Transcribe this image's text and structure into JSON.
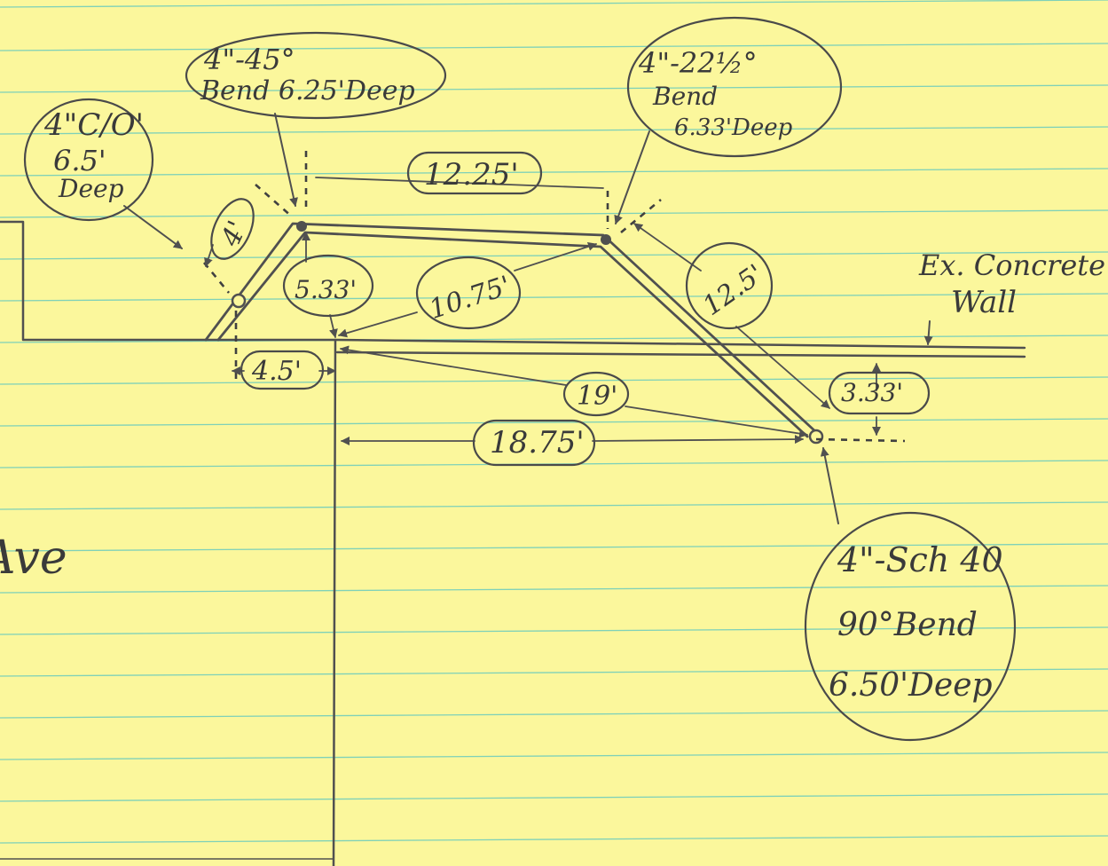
{
  "colors": {
    "paper": "#fbf79c",
    "rule_lines": "#7fd1b8",
    "pencil": "#4a4a4a"
  },
  "labels": {
    "cleanout": {
      "line1": "4\"C/O'",
      "line2": "6.5'",
      "line3": "Deep"
    },
    "bend45": {
      "line1": "4\"-45°",
      "line2": "Bend 6.25'Deep"
    },
    "bend22": {
      "line1": "4\"-22½°",
      "line2": "Bend",
      "line3": "6.33'Deep"
    },
    "bend90": {
      "line1": "4\"-Sch 40",
      "line2": "90°Bend",
      "line3": "6.50'Deep"
    },
    "wall": {
      "line1": "Ex. Concrete",
      "line2": "Wall"
    },
    "street_fragment": "Ave"
  },
  "dimensions": {
    "d_12_25": "12.25'",
    "d_4": "4'",
    "d_5_33": "5.33'",
    "d_10_75": "10.75'",
    "d_12_5": "12.5'",
    "d_4_5": "4.5'",
    "d_19": "19'",
    "d_3_33": "3.33'",
    "d_18_75": "18.75'"
  }
}
